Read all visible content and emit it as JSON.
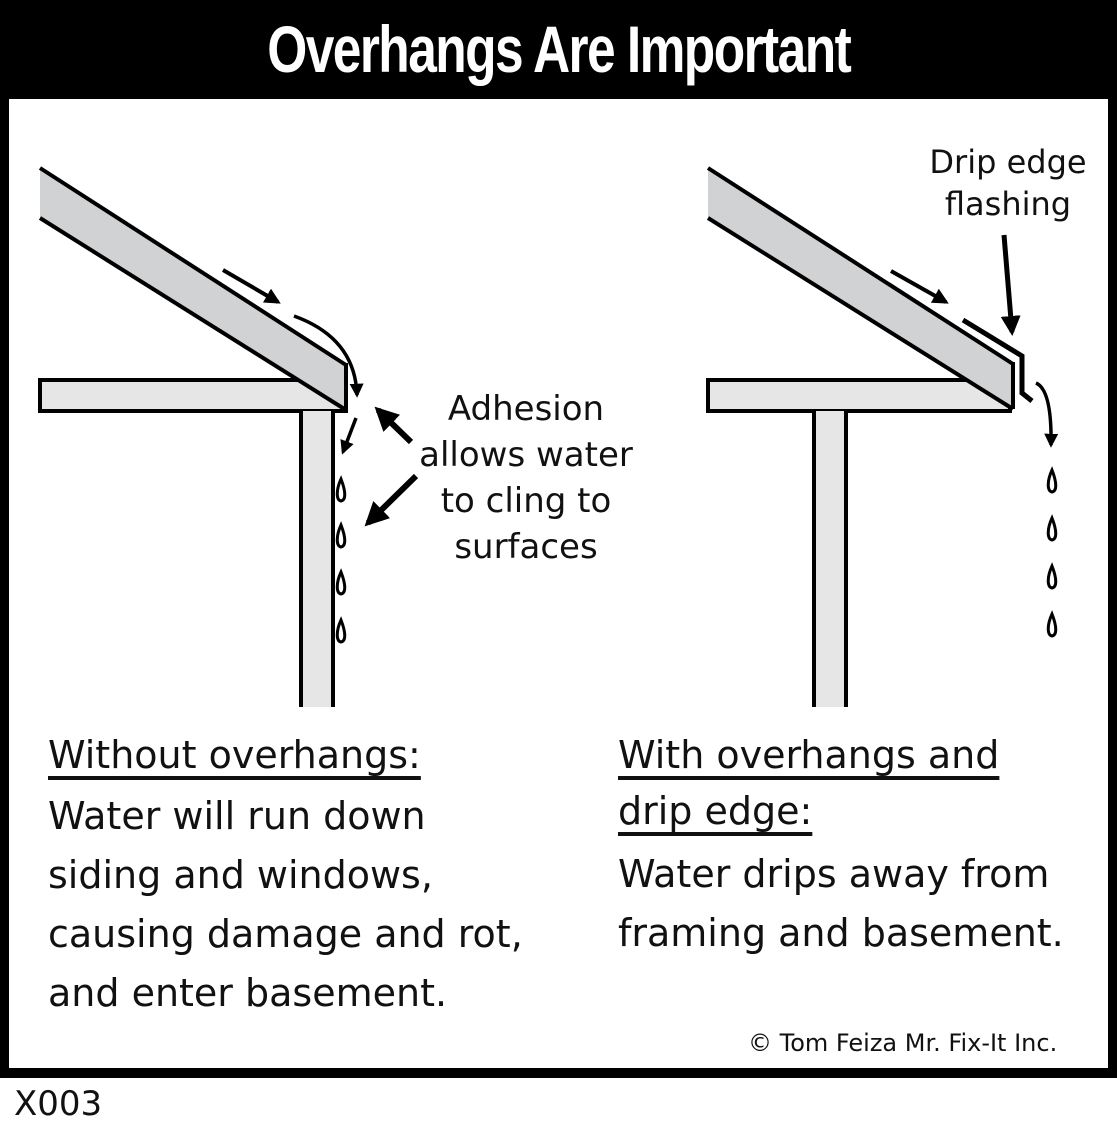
{
  "title": "Overhangs Are Important",
  "callouts": {
    "adhesion": [
      "Adhesion",
      "allows water",
      "to cling to",
      "surfaces"
    ],
    "drip_edge": [
      "Drip edge",
      "flashing"
    ]
  },
  "left_panel": {
    "heading": "Without overhangs:",
    "body": [
      "Water will run down",
      "siding and windows,",
      "causing damage and rot,",
      "and enter basement."
    ]
  },
  "right_panel": {
    "heading": [
      "With overhangs and",
      "drip edge:"
    ],
    "body": [
      "Water drips away from",
      "framing and basement."
    ]
  },
  "copyright": "© Tom Feiza Mr. Fix-It Inc.",
  "figure_code": "X003",
  "colors": {
    "frame": "#000000",
    "title_text": "#ffffff",
    "rafter_fill": "#d1d2d4",
    "wall_fill": "#e6e6e7",
    "line": "#000000"
  },
  "icons": [
    "arrow-icon",
    "water-drop-icon"
  ]
}
